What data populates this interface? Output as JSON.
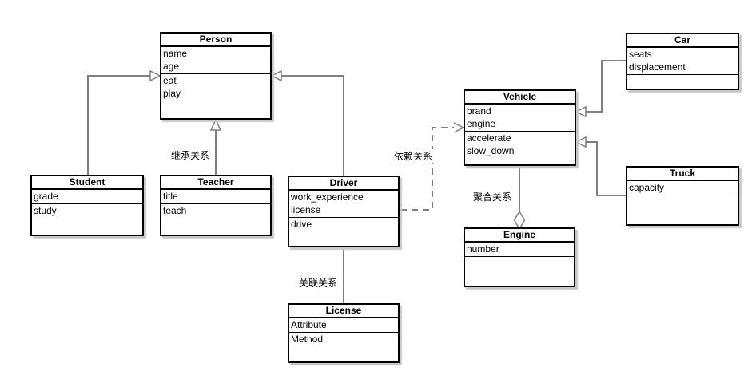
{
  "classes": {
    "person": {
      "name": "Person",
      "attributes": [
        "name",
        "age"
      ],
      "methods": [
        "eat",
        "play"
      ]
    },
    "student": {
      "name": "Student",
      "attributes": [
        "grade"
      ],
      "methods": [
        "study"
      ]
    },
    "teacher": {
      "name": "Teacher",
      "attributes": [
        "title"
      ],
      "methods": [
        "teach"
      ]
    },
    "driver": {
      "name": "Driver",
      "attributes": [
        "work_experience",
        "license"
      ],
      "methods": [
        "drive"
      ]
    },
    "vehicle": {
      "name": "Vehicle",
      "attributes": [
        "brand",
        "engine"
      ],
      "methods": [
        "accelerate",
        "slow_down"
      ]
    },
    "car": {
      "name": "Car",
      "attributes": [
        "seats",
        "displacement"
      ],
      "methods": []
    },
    "truck": {
      "name": "Truck",
      "attributes": [
        "capacity"
      ],
      "methods": []
    },
    "engine": {
      "name": "Engine",
      "attributes": [
        "number"
      ],
      "methods": []
    },
    "license": {
      "name": "License",
      "attributes": [
        "Attribute"
      ],
      "methods": [
        "Method"
      ]
    }
  },
  "relationship_labels": {
    "inheritance": "继承关系",
    "dependency": "依赖关系",
    "aggregation": "聚合关系",
    "association": "关联关系"
  },
  "colors": {
    "box_border": "#000000",
    "box_fill": "#ffffff",
    "edge_line": "#808080",
    "shadow": "#c8c8c8",
    "background": "#ffffff",
    "text": "#000000"
  }
}
